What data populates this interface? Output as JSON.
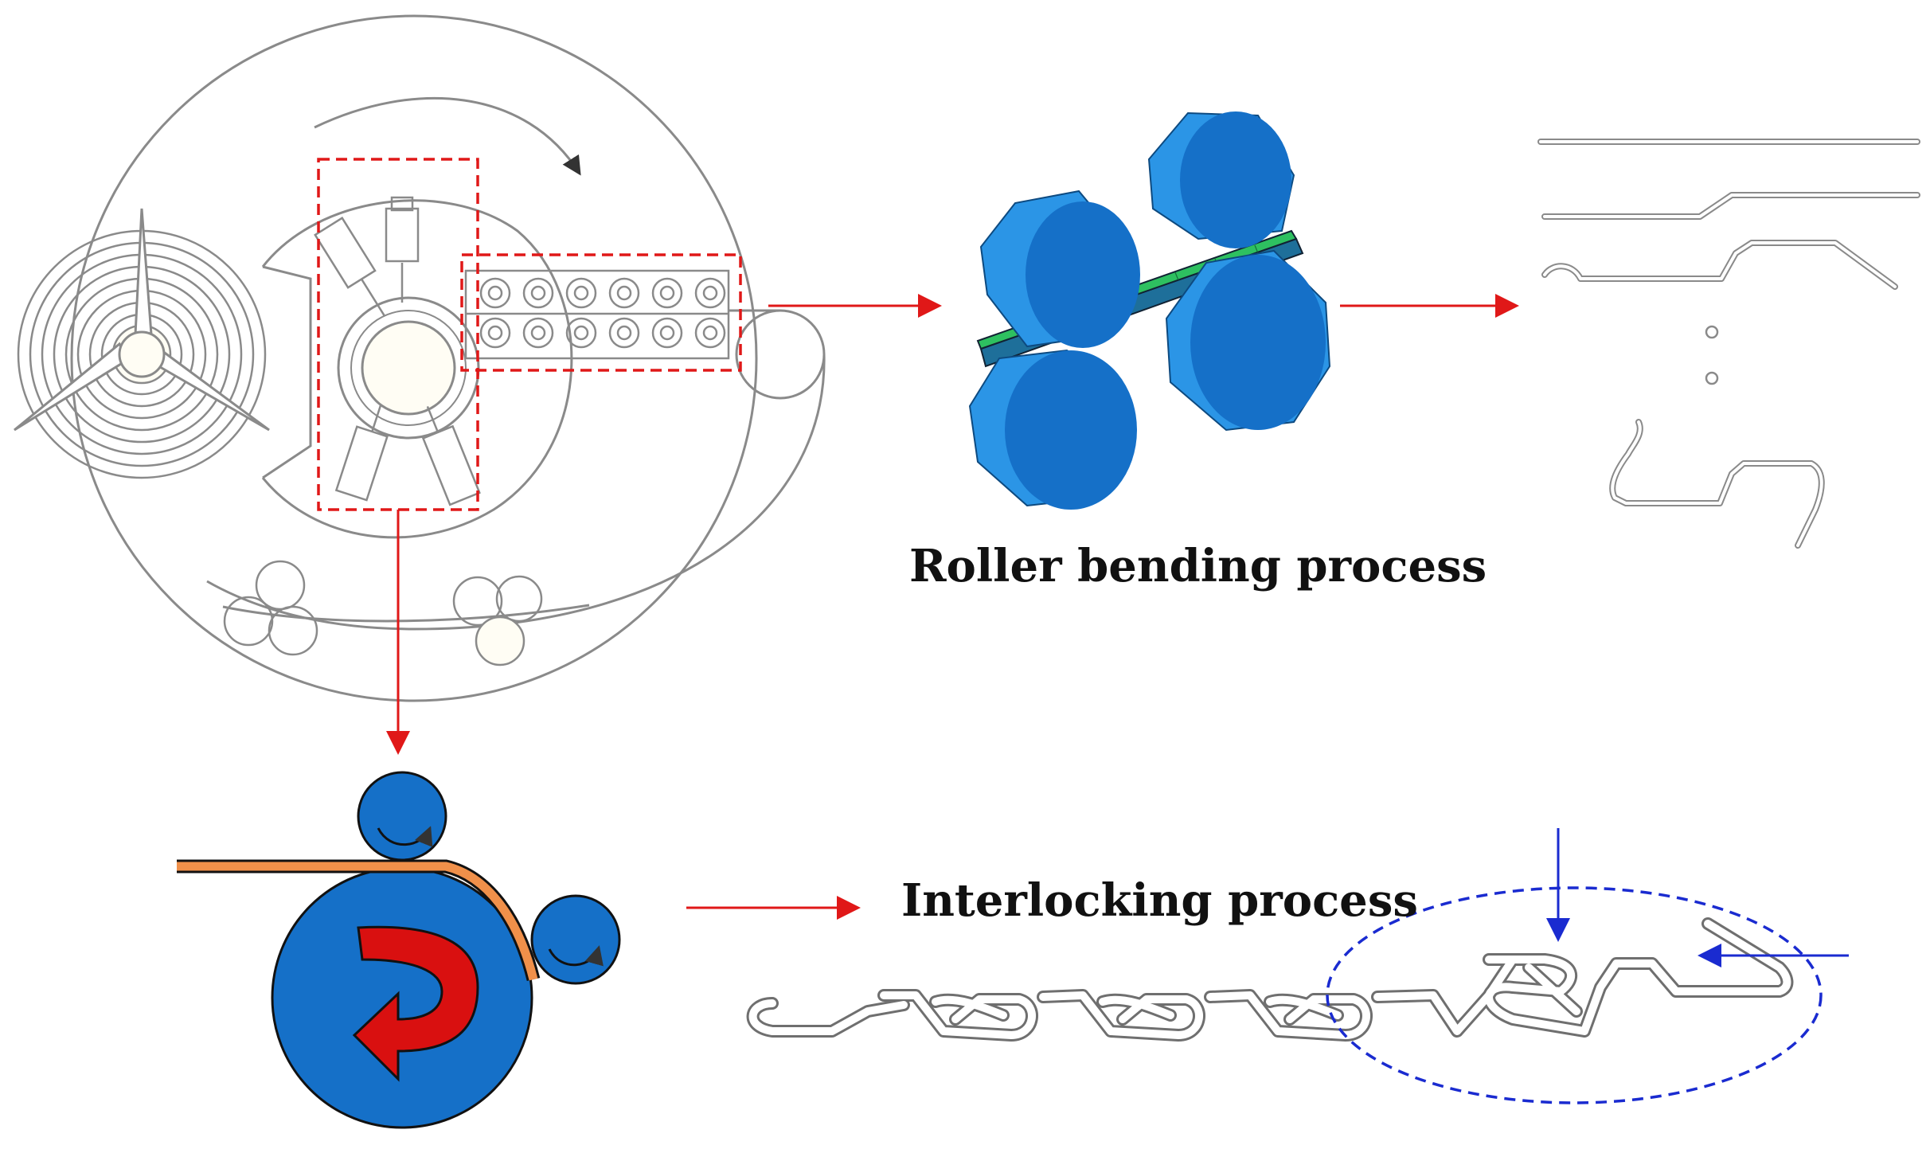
{
  "captions": {
    "roller_bending": "Roller bending process",
    "interlocking": "Interlocking process"
  },
  "colors": {
    "sketch_line": "#8a8a8a",
    "highlight_dash": "#e01818",
    "flow_arrow": "#e01818",
    "roller_blue": "#1570c8",
    "roller_light": "#2b95e6",
    "strip_orange": "#f0904a",
    "curl_arrow_red": "#d91010",
    "mesh_green": "#2ec060",
    "focus_ellipse": "#1a2bd0",
    "force_arrow": "#1a2bd0"
  },
  "icons": {
    "machine": "profile-forming-machine-sketch",
    "rollers_3d": "fem-roller-model",
    "stages": "strip-shape-stages",
    "bending_rollers": "bending-rollers-icon",
    "hose": "interlocked-hose-profile"
  }
}
